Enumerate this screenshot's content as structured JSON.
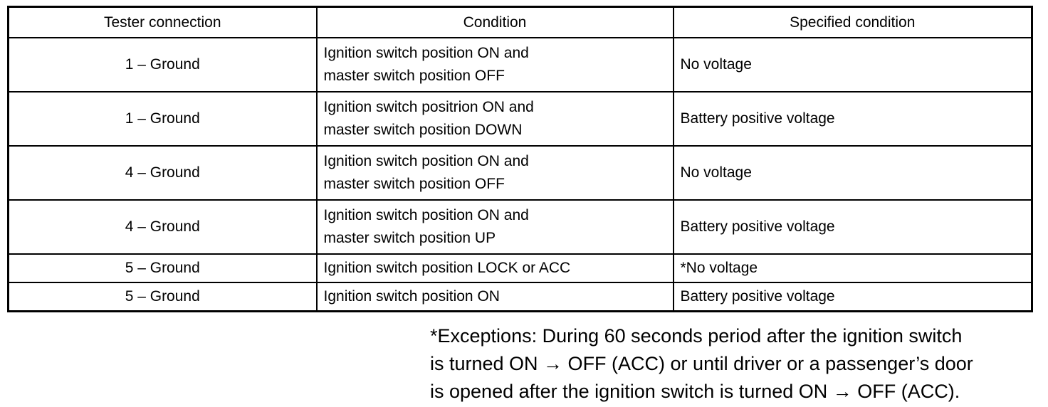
{
  "table": {
    "headers": [
      "Tester connection",
      "Condition",
      "Specified condition"
    ],
    "rows": [
      {
        "tester": "1 – Ground",
        "condition": [
          "Ignition switch position ON and",
          "master switch position OFF"
        ],
        "specified": "No voltage"
      },
      {
        "tester": "1 – Ground",
        "condition": [
          "Ignition switch positrion ON and",
          "master switch position DOWN"
        ],
        "specified": "Battery positive voltage"
      },
      {
        "tester": "4 – Ground",
        "condition": [
          "Ignition switch position ON and",
          "master switch position OFF"
        ],
        "specified": "No voltage"
      },
      {
        "tester": "4 – Ground",
        "condition": [
          "Ignition switch position ON and",
          "master switch position UP"
        ],
        "specified": "Battery positive voltage"
      },
      {
        "tester": "5 – Ground",
        "condition": [
          "Ignition switch position LOCK or ACC"
        ],
        "specified": "*No voltage"
      },
      {
        "tester": "5 – Ground",
        "condition": [
          "Ignition switch position ON"
        ],
        "specified": "Battery positive voltage"
      }
    ]
  },
  "footnote": {
    "lines": [
      "*Exceptions: During 60 seconds period after the ignition switch",
      "is turned ON → OFF (ACC) or until driver or a passenger’s door",
      "is opened after the ignition switch is turned ON → OFF (ACC)."
    ]
  }
}
